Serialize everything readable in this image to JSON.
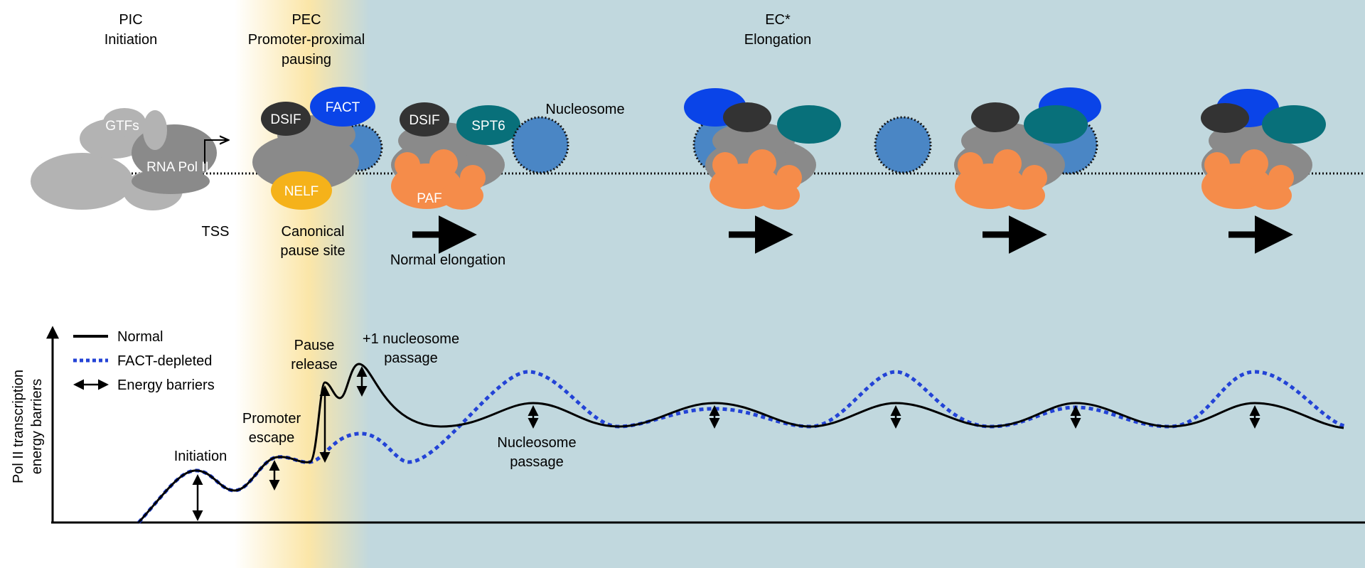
{
  "stages": {
    "pic": {
      "abbr": "PIC",
      "name": "Initiation"
    },
    "pec": {
      "abbr": "PEC",
      "name_line1": "Promoter-proximal",
      "name_line2": "pausing"
    },
    "ec": {
      "abbr": "EC*",
      "name": "Elongation"
    }
  },
  "factors": {
    "gtfs": "GTFs",
    "rna_pol": "RNA Pol II",
    "dsif": "DSIF",
    "fact": "FACT",
    "nelf": "NELF",
    "spt6": "SPT6",
    "paf": "PAF",
    "nucleosome": "Nucleosome"
  },
  "labels": {
    "tss": "TSS",
    "pause_site_line1": "Canonical",
    "pause_site_line2": "pause site",
    "normal_elongation": "Normal elongation"
  },
  "chart": {
    "ylabel_line1": "Pol II transcription",
    "ylabel_line2": "energy barriers",
    "legend": {
      "normal": "Normal",
      "fact_depleted": "FACT-depleted",
      "energy_barriers": "Energy barriers"
    },
    "annotations": {
      "initiation": "Initiation",
      "promoter_escape_line1": "Promoter",
      "promoter_escape_line2": "escape",
      "pause_release_line1": "Pause",
      "pause_release_line2": "release",
      "nuc1_line1": "+1 nucleosome",
      "nuc1_line2": "passage",
      "nuc_passage_line1": "Nucleosome",
      "nuc_passage_line2": "passage"
    }
  },
  "colors": {
    "elongation_bg": "#c1d8de",
    "pausing_bg": "#fbe6a8",
    "pol_gray": "#8a8a8a",
    "gtf_gray": "#b3b3b3",
    "dsif": "#333333",
    "fact": "#0a44e8",
    "nelf": "#f5b21a",
    "spt6": "#08707a",
    "paf": "#f58c4a",
    "nucleosome": "#4a86c5",
    "fact_curve": "#2343d6"
  }
}
